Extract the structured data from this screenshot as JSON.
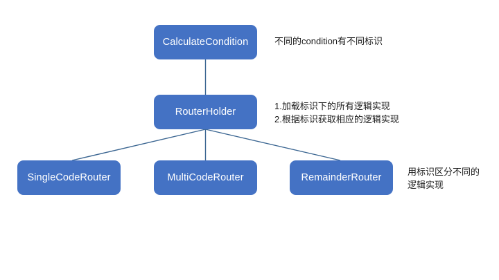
{
  "diagram": {
    "colors": {
      "node_fill": "#4472C4",
      "node_text": "#FFFFFF",
      "connector": "#3A6591",
      "note_text": "#1A1A1A",
      "background": "#FFFFFF"
    },
    "nodes": [
      {
        "id": "calculate-condition",
        "label": "CalculateCondition"
      },
      {
        "id": "router-holder",
        "label": "RouterHolder"
      },
      {
        "id": "single-code-router",
        "label": "SingleCodeRouter"
      },
      {
        "id": "multi-code-router",
        "label": "MultiCodeRouter"
      },
      {
        "id": "remainder-router",
        "label": "RemainderRouter"
      }
    ],
    "notes": [
      {
        "id": "note-calculate-condition",
        "text": "不同的condition有不同标识"
      },
      {
        "id": "note-router-holder",
        "text": "1.加载标识下的所有逻辑实现\n2.根据标识获取相应的逻辑实现"
      },
      {
        "id": "note-routers",
        "text": "用标识区分不同的\n逻辑实现"
      }
    ],
    "connections": [
      {
        "from": "calculate-condition",
        "to": "router-holder"
      },
      {
        "from": "router-holder",
        "to": "single-code-router"
      },
      {
        "from": "router-holder",
        "to": "multi-code-router"
      },
      {
        "from": "router-holder",
        "to": "remainder-router"
      }
    ]
  }
}
